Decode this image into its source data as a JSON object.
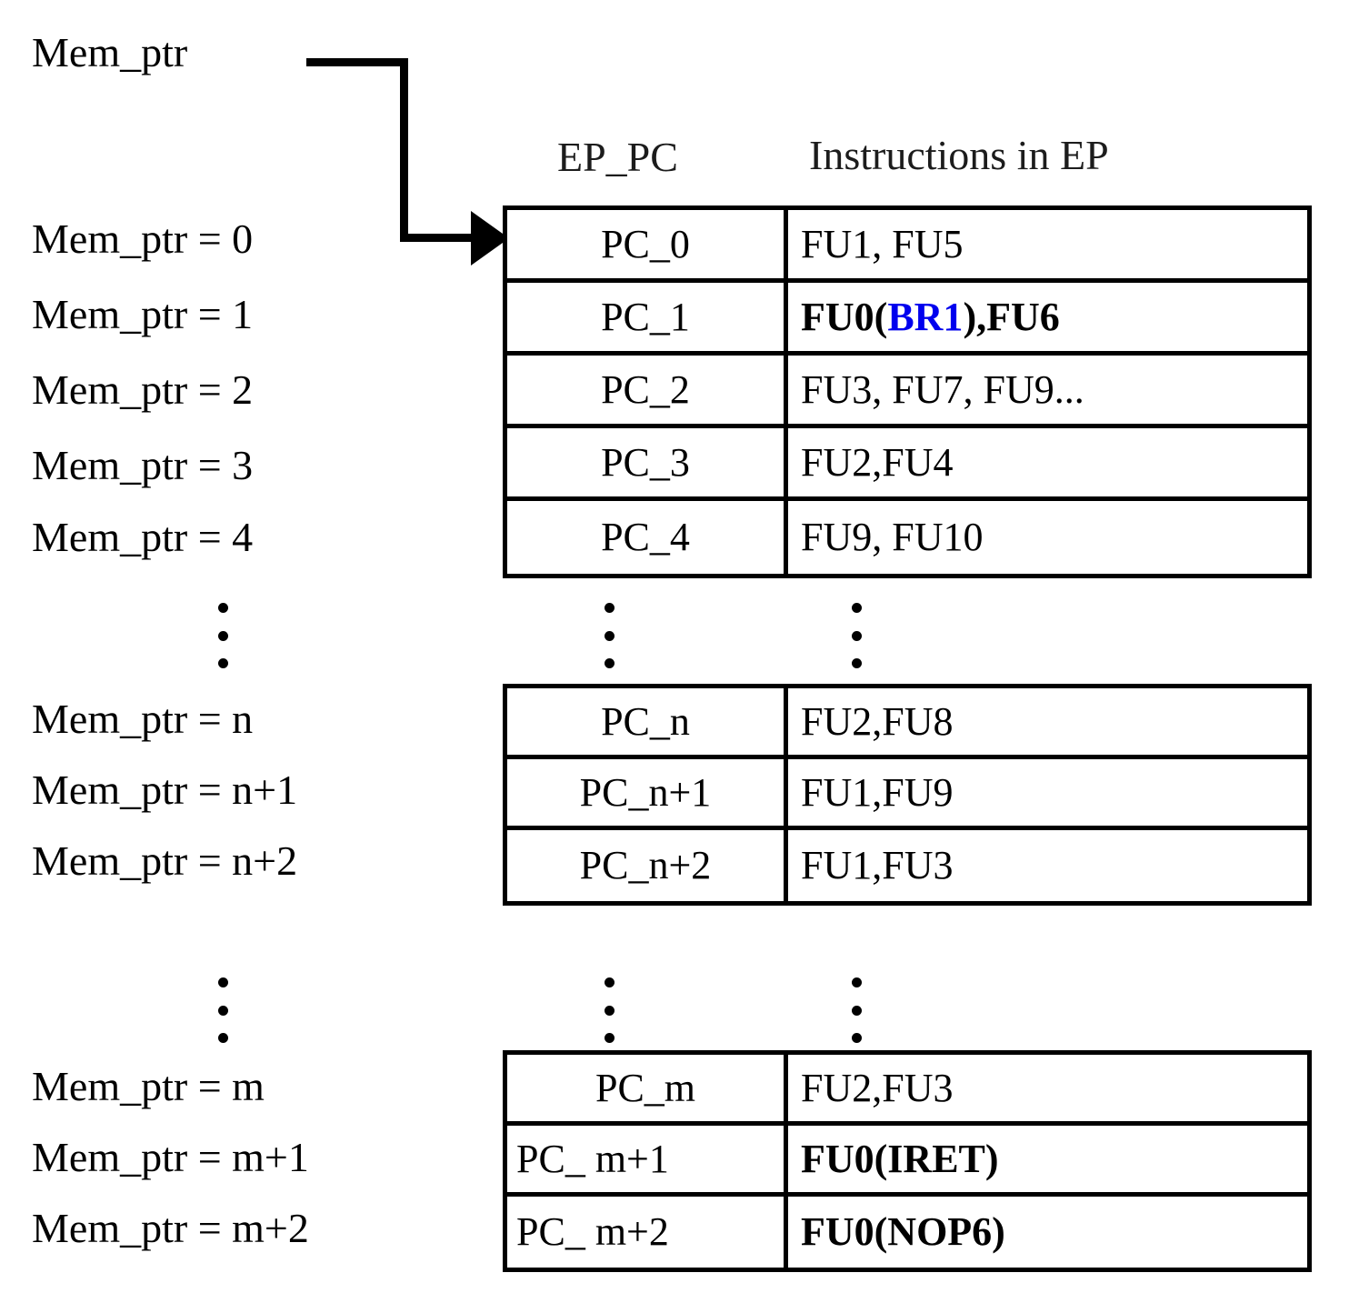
{
  "diagram": {
    "pointer_title": "Mem_ptr",
    "headers": {
      "col_pc": "EP_PC",
      "col_instructions": "Instructions in EP"
    },
    "pointer_labels_block1": [
      "Mem_ptr = 0",
      "Mem_ptr = 1",
      "Mem_ptr = 2",
      "Mem_ptr = 3",
      "Mem_ptr = 4"
    ],
    "pointer_labels_block2": [
      "Mem_ptr = n",
      "Mem_ptr = n+1",
      "Mem_ptr = n+2"
    ],
    "pointer_labels_block3": [
      "Mem_ptr = m",
      "Mem_ptr = m+1",
      "Mem_ptr = m+2"
    ],
    "table1": [
      {
        "pc": "PC_0",
        "instr": "FU1, FU5"
      },
      {
        "pc": "PC_1",
        "instr_pre": "FU0(",
        "instr_hl": "BR1",
        "instr_post": "),FU6"
      },
      {
        "pc": "PC_2",
        "instr": "FU3, FU7, FU9..."
      },
      {
        "pc": "PC_3",
        "instr": "FU2,FU4"
      },
      {
        "pc": "PC_4",
        "instr": "FU9, FU10"
      }
    ],
    "table2": [
      {
        "pc": "PC_n",
        "instr": "FU2,FU8"
      },
      {
        "pc": "PC_n+1",
        "instr": "FU1,FU9"
      },
      {
        "pc": "PC_n+2",
        "instr": "FU1,FU3"
      }
    ],
    "table3": [
      {
        "pc": "PC_m",
        "instr": "FU2,FU3"
      },
      {
        "pc": "PC_ m+1",
        "instr": "FU0(IRET)"
      },
      {
        "pc": "PC_ m+2",
        "instr": "FU0(NOP6)"
      }
    ],
    "ellipsis_glyph": "⋮",
    "colors": {
      "line": "#000000",
      "highlight": "#0000ee",
      "background": "#ffffff"
    }
  }
}
